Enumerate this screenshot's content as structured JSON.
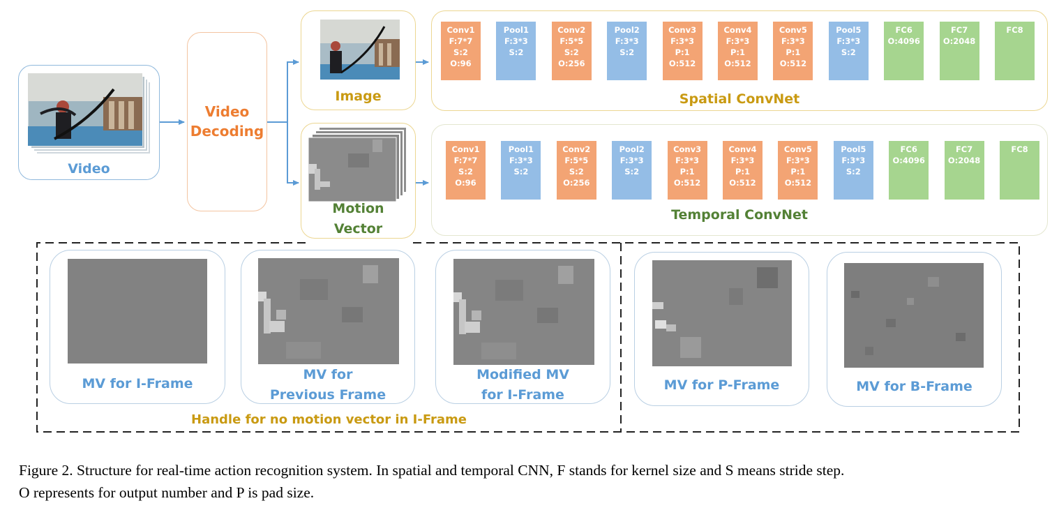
{
  "video": {
    "label": "Video"
  },
  "decoding": {
    "line1": "Video",
    "line2": "Decoding"
  },
  "image": {
    "label": "Image"
  },
  "motion": {
    "line1": "Motion",
    "line2": "Vector"
  },
  "spatial": {
    "title": "Spatial ConvNet",
    "layers": [
      {
        "kind": "conv",
        "lines": [
          "Conv1",
          "F:7*7",
          "S:2",
          "O:96"
        ]
      },
      {
        "kind": "pool",
        "lines": [
          "Pool1",
          "F:3*3",
          "S:2"
        ]
      },
      {
        "kind": "conv",
        "lines": [
          "Conv2",
          "F:5*5",
          "S:2",
          "O:256"
        ]
      },
      {
        "kind": "pool",
        "lines": [
          "Pool2",
          "F:3*3",
          "S:2"
        ]
      },
      {
        "kind": "conv",
        "lines": [
          "Conv3",
          "F:3*3",
          "P:1",
          "O:512"
        ]
      },
      {
        "kind": "conv",
        "lines": [
          "Conv4",
          "F:3*3",
          "P:1",
          "O:512"
        ]
      },
      {
        "kind": "conv",
        "lines": [
          "Conv5",
          "F:3*3",
          "P:1",
          "O:512"
        ]
      },
      {
        "kind": "pool",
        "lines": [
          "Pool5",
          "F:3*3",
          "S:2"
        ]
      },
      {
        "kind": "fc",
        "lines": [
          "FC6",
          "O:4096"
        ]
      },
      {
        "kind": "fc",
        "lines": [
          "FC7",
          "O:2048"
        ]
      },
      {
        "kind": "fc",
        "lines": [
          "FC8"
        ]
      }
    ]
  },
  "temporal": {
    "title": "Temporal ConvNet",
    "layers": [
      {
        "kind": "conv",
        "lines": [
          "Conv1",
          "F:7*7",
          "S:2",
          "O:96"
        ]
      },
      {
        "kind": "pool",
        "lines": [
          "Pool1",
          "F:3*3",
          "S:2"
        ]
      },
      {
        "kind": "conv",
        "lines": [
          "Conv2",
          "F:5*5",
          "S:2",
          "O:256"
        ]
      },
      {
        "kind": "pool",
        "lines": [
          "Pool2",
          "F:3*3",
          "S:2"
        ]
      },
      {
        "kind": "conv",
        "lines": [
          "Conv3",
          "F:3*3",
          "P:1",
          "O:512"
        ]
      },
      {
        "kind": "conv",
        "lines": [
          "Conv4",
          "F:3*3",
          "P:1",
          "O:512"
        ]
      },
      {
        "kind": "conv",
        "lines": [
          "Conv5",
          "F:3*3",
          "P:1",
          "O:512"
        ]
      },
      {
        "kind": "pool",
        "lines": [
          "Pool5",
          "F:3*3",
          "S:2"
        ]
      },
      {
        "kind": "fc",
        "lines": [
          "FC6",
          "O:4096"
        ]
      },
      {
        "kind": "fc",
        "lines": [
          "FC7",
          "O:2048"
        ]
      },
      {
        "kind": "fc",
        "lines": [
          "FC8"
        ]
      }
    ]
  },
  "panels": {
    "iframe": {
      "line1": "MV for I-Frame"
    },
    "previous": {
      "line1": "MV for",
      "line2": "Previous Frame"
    },
    "modified": {
      "line1": "Modified MV",
      "line2": "for I-Frame"
    },
    "pframe": {
      "line1": "MV for P-Frame"
    },
    "bframe": {
      "line1": "MV for B-Frame"
    }
  },
  "handle": {
    "label": "Handle for no motion vector in I-Frame"
  },
  "caption": {
    "line1": "Figure 2. Structure for real-time action recognition system. In spatial and temporal CNN, F stands for kernel size and S means stride step.",
    "line2": "O represents for output number and P is pad size."
  },
  "colors": {
    "orange_text": "#ed7d31",
    "blue_text": "#5b9bd5",
    "gold_text": "#c99a12",
    "green_text": "#538135",
    "conv": "#f3a474",
    "pool": "#94bde6",
    "fc": "#a6d58f",
    "arrow": "#5b9bd5"
  }
}
